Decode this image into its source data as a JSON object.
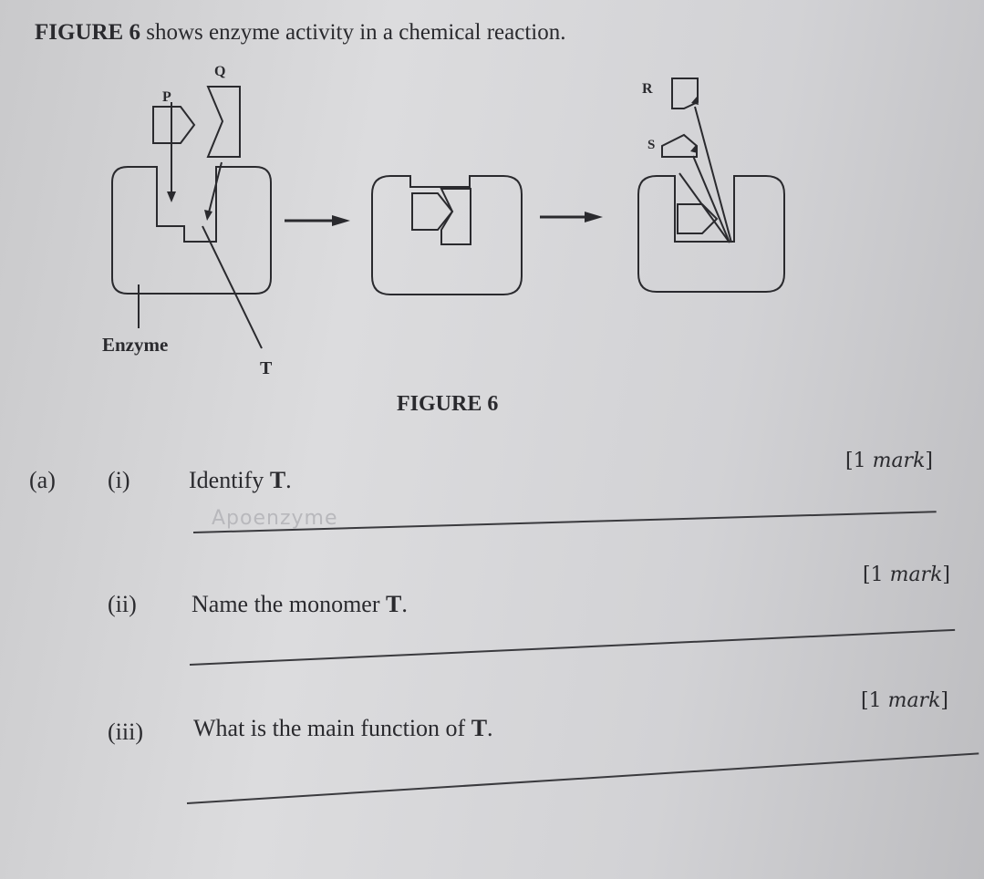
{
  "intro": {
    "figure_ref": "FIGURE 6",
    "text": " shows enzyme activity in a chemical reaction."
  },
  "figure": {
    "caption": "FIGURE 6",
    "labels": {
      "p": "P",
      "q": "Q",
      "r": "R",
      "s": "S",
      "t": "T",
      "enzyme": "Enzyme"
    }
  },
  "questions": {
    "part_label": "(a)",
    "items": [
      {
        "number": "(i)",
        "prefix": "Identify ",
        "bold": "T",
        "suffix": ".",
        "mark_num": "[1 ",
        "mark_word": "mark",
        "mark_end": "]",
        "answer": "Apoenzyme"
      },
      {
        "number": "(ii)",
        "prefix": "Name the monomer ",
        "bold": "T",
        "suffix": ".",
        "mark_num": "[1 ",
        "mark_word": "mark",
        "mark_end": "]"
      },
      {
        "number": "(iii)",
        "prefix": "What is the main function of ",
        "bold": "T",
        "suffix": ".",
        "mark_num": "[1 ",
        "mark_word": "mark",
        "mark_end": "]"
      }
    ]
  }
}
